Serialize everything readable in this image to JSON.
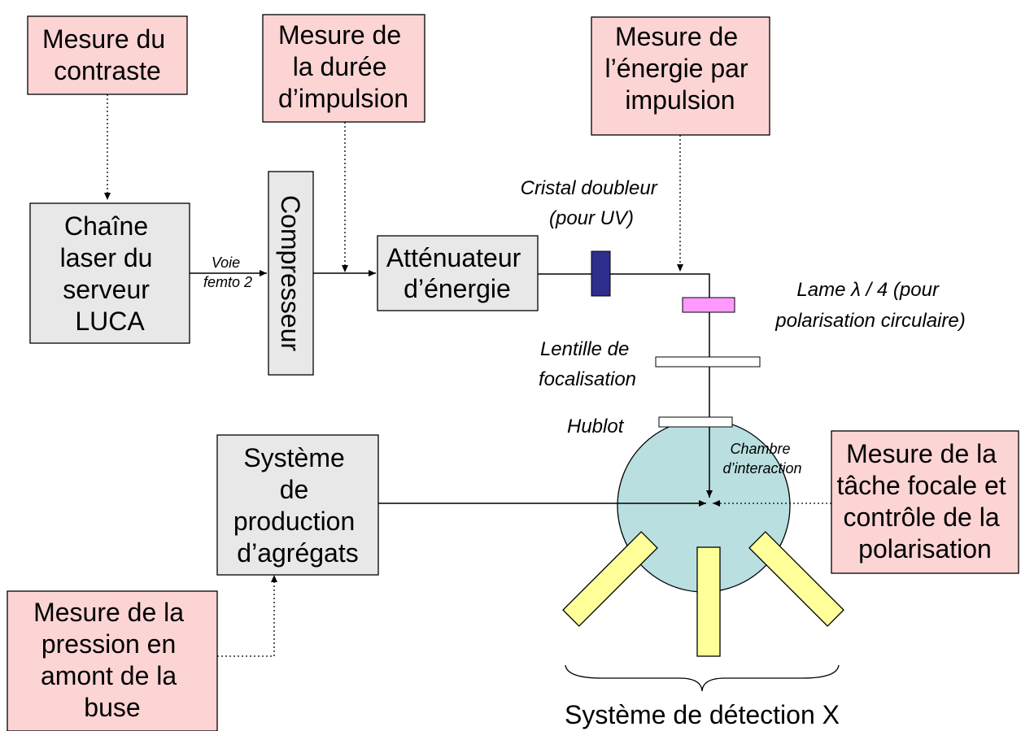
{
  "measurements": {
    "contrast": [
      "Mesure du",
      "contraste"
    ],
    "pulse_duration": [
      "Mesure de",
      "la durée",
      "d’impulsion"
    ],
    "pulse_energy": [
      "Mesure de",
      "l’énergie par",
      "impulsion"
    ],
    "focal_spot": [
      "Mesure de la",
      "tâche focale et",
      "contrôle de la",
      "polarisation"
    ],
    "pressure": [
      "Mesure de la",
      "pression en",
      "amont de la",
      "buse"
    ]
  },
  "devices": {
    "laser_chain": [
      "Chaîne",
      "laser du",
      "serveur",
      "LUCA"
    ],
    "compressor": "Compresseur",
    "attenuator": [
      "Atténuateur",
      "d’énergie"
    ],
    "cluster_system": [
      "Système",
      "de",
      "production",
      "d’agrégats"
    ]
  },
  "labels": {
    "beam_path": [
      "Voie",
      "femto 2"
    ],
    "doubling_crystal": [
      "Cristal doubleur",
      "(pour UV)"
    ],
    "quarter_wave": [
      "Lame λ / 4 (pour",
      "polarisation circulaire)"
    ],
    "focusing_lens": [
      "Lentille de",
      "focalisation"
    ],
    "window": "Hublot",
    "chamber": [
      "Chambre",
      "d’interaction"
    ],
    "detection": "Système de détection X"
  },
  "colors": {
    "measure_box": "#fcd4d4",
    "device_box": "#e8e8e8",
    "chamber": "#b9dfe0",
    "detector": "#ffff99",
    "crystal": "#2e2e8e",
    "waveplate": "#ff99ff"
  }
}
